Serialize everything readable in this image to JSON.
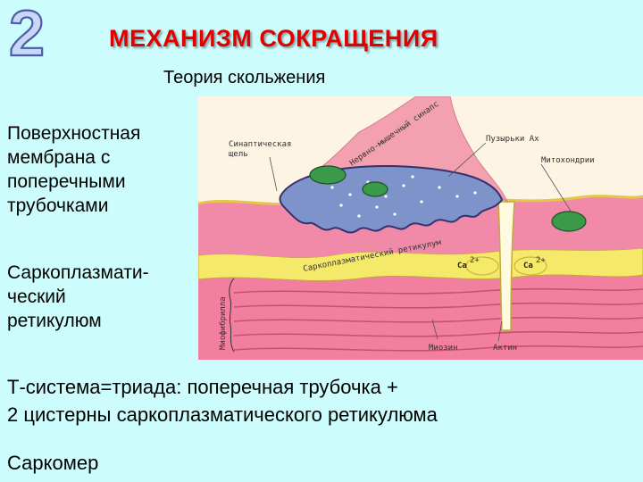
{
  "slide": {
    "number": "2",
    "title": "МЕХАНИЗМ СОКРАЩЕНИЯ",
    "subtitle": "Теория скольжения"
  },
  "left_labels": {
    "membrane": "Поверхностная\nмембрана с\nпоперечными\nтрубочками",
    "reticulum": "Саркоплазмати-\nческий\nретикулюм"
  },
  "bottom_text": {
    "t_system": "Т-система=триада: поперечная трубочка +\n2 цистерны саркоплазматического ретикулюма",
    "sarcomere": "Саркомер"
  },
  "diagram": {
    "labels": {
      "synaptic_cleft_1": "Синаптическая",
      "synaptic_cleft_2": "щель",
      "neuromuscular_synapse": "Нервно-мышечный синапс",
      "vesicles": "Пузырьки Ах",
      "mitochondria": "Митохондрии",
      "sarcoplasmic_reticulum": "Саркоплазматический ретикулум",
      "ca_1": "Ca",
      "ca_2": "Ca",
      "ca_charge": "2+",
      "myofibril": "Миофибрилла",
      "myosin": "Миозин",
      "actin": "Актин"
    },
    "colors": {
      "background": "#fdf4e4",
      "muscle": "#f08aa8",
      "synapse": "#f3a1b0",
      "nerve_terminal": "#7d93c9",
      "mitochondria": "#3a9a4a",
      "reticulum": "#f5e96a",
      "myofibril": "#f27fa0"
    }
  },
  "colors": {
    "page_bg": "#ccfcfc",
    "title": "#e00000",
    "text": "#000000"
  }
}
